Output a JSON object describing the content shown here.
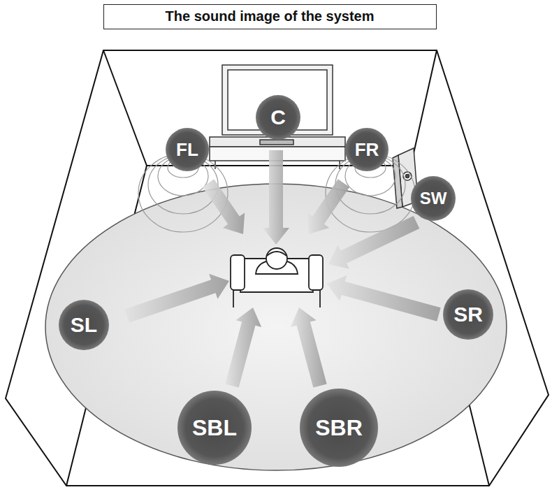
{
  "diagram": {
    "title": "The sound image of the system",
    "nodes": [
      {
        "text": [
          "C"
        ]
      },
      {
        "text": [
          "FL"
        ]
      },
      {
        "text": [
          "FR"
        ]
      },
      {
        "text": [
          "SW"
        ]
      },
      {
        "text": [
          "SL"
        ]
      },
      {
        "text": [
          "SR"
        ]
      },
      {
        "text": [
          "SBL"
        ]
      },
      {
        "text": [
          "SBR"
        ]
      }
    ]
  }
}
